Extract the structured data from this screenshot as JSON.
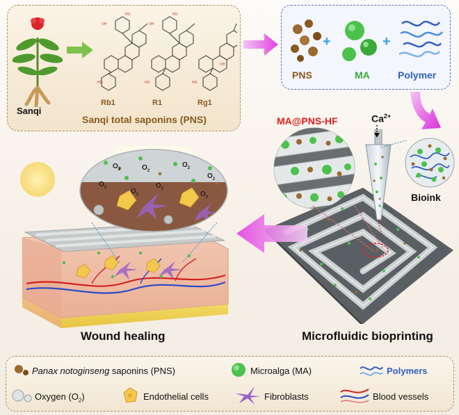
{
  "top_left": {
    "plant_label": "Sanqi",
    "compounds": [
      "Rb1",
      "R1",
      "Rg1"
    ],
    "caption": "Sanqi total saponins (PNS)"
  },
  "top_right": {
    "items": [
      "PNS",
      "MA",
      "Polymer"
    ],
    "plus": "+"
  },
  "process": {
    "fiber_label": "MA@PNS-HF",
    "ion_label": "Ca",
    "ion_charge": "2+",
    "bioink_label": "Bioink",
    "printing_label": "Microfluidic bioprinting",
    "healing_label": "Wound healing",
    "oxygen_symbol": "O",
    "oxygen_sub": "2"
  },
  "legend": {
    "pns_italic": "Panax notoginseng",
    "pns_rest": " saponins (PNS)",
    "ma": "Microalga (MA)",
    "polymers": "Polymers",
    "oxygen": "Oxygen (O",
    "oxygen_sub": "2",
    "oxygen_close": ")",
    "endothelial": "Endothelial cells",
    "fibroblasts": "Fibroblasts",
    "vessels": "Blood vessels"
  },
  "colors": {
    "pns_brown": "#8a5a1e",
    "ma_green": "#3aa83a",
    "polymer_blue": "#2f5fc4",
    "fiber_red": "#e02020",
    "arrow_magenta": "#e040e0"
  }
}
